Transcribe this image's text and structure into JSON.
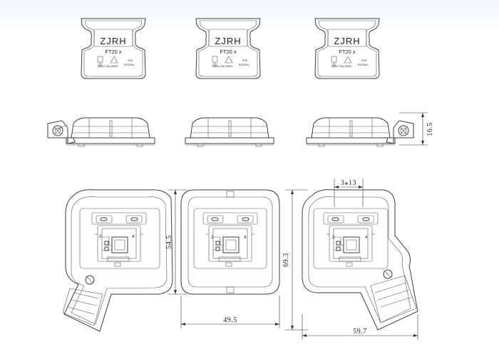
{
  "labels": {
    "brand": "ZJRH",
    "model": "FT20 x",
    "ip_rating": "IP67",
    "ratings": "1000V 20A 1000V",
    "cert_number": "E312261"
  },
  "pins": {
    "left_top_left": "3",
    "left_top_right": "4",
    "mid_left": "2",
    "mid_right": "4",
    "right_left": "2",
    "right_right": "4"
  },
  "dimensions": {
    "side_height": "16.5",
    "left_height": "54.5",
    "mid_width": "49.5",
    "right_height": "69.3",
    "right_width": "59.7",
    "pitch": "3⁎13"
  }
}
